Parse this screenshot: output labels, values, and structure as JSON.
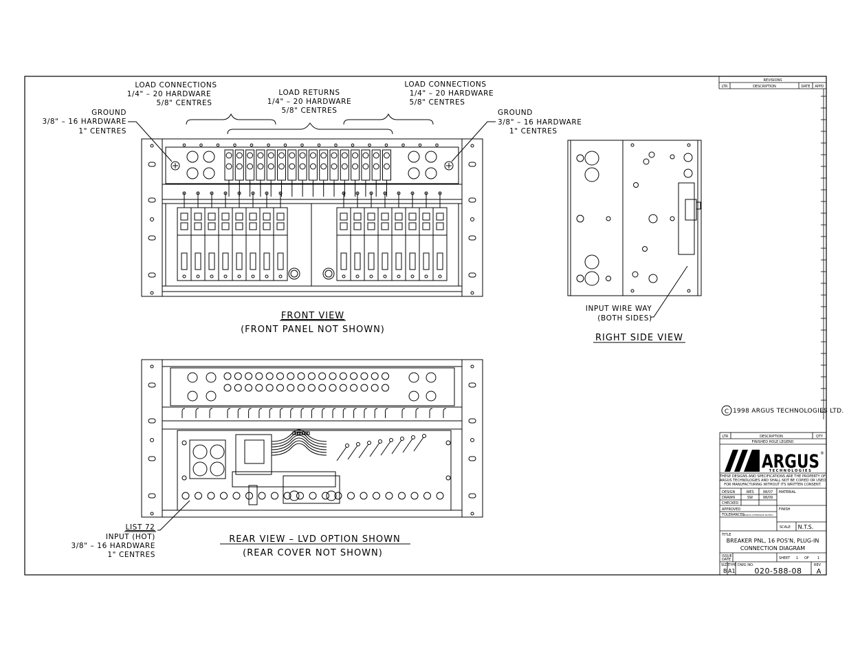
{
  "front_view": {
    "title": "FRONT VIEW",
    "subtitle": "(FRONT PANEL NOT SHOWN)",
    "load_connections_left": [
      "LOAD CONNECTIONS",
      "1/4\" – 20 HARDWARE",
      "5/8\" CENTRES"
    ],
    "load_returns": [
      "LOAD RETURNS",
      "1/4\" – 20 HARDWARE",
      "5/8\" CENTRES"
    ],
    "load_connections_right": [
      "LOAD CONNECTIONS",
      "1/4\" – 20 HARDWARE",
      "5/8\" CENTRES"
    ],
    "ground_left": [
      "GROUND",
      "3/8\" – 16 HARDWARE",
      "1\" CENTRES"
    ],
    "ground_right": [
      "GROUND",
      "3/8\" – 16 HARDWARE",
      "1\" CENTRES"
    ]
  },
  "right_side_view": {
    "title": "RIGHT SIDE VIEW",
    "note": [
      "INPUT WIRE WAY",
      "(BOTH SIDES)"
    ]
  },
  "rear_view": {
    "title": "REAR VIEW – LVD OPTION SHOWN",
    "subtitle": "(REAR COVER NOT SHOWN)",
    "note": [
      "LIST 72",
      "INPUT (HOT)",
      "3/8\" – 16 HARDWARE",
      "1\" CENTRES"
    ]
  },
  "copyright": "1998 ARGUS TECHNOLOGIES LTD.",
  "copyright_symbol": "C",
  "revisions": {
    "header": "REVISIONS",
    "columns": [
      "LTR",
      "DESCRIPTION",
      "DATE",
      "APPD"
    ]
  },
  "title_block": {
    "legend_columns": [
      "LTR",
      "DESCRIPTION",
      "QTY"
    ],
    "legend_row": "FINISHED HOLE LEGEND",
    "logo_text": "ARGUS",
    "logo_mark": "®",
    "logo_sub": "TECHNOLOGIES",
    "disclaimer": [
      "THESE DESIGNS AND SPECIFICATIONS ARE THE PROPERTY OF",
      "ARGUS TECHNOLOGIES AND SHALL NOT BE COPIED OR USED",
      "FOR MANUFACTURING WITHOUT ITS WRITTEN CONSENT."
    ],
    "design_label": "DESIGN",
    "design_by": "WES",
    "design_date": "98/07",
    "drawn_label": "DRAWN",
    "drawn_by": "SW",
    "drawn_date": "98/09",
    "checked_label": "CHECKED",
    "approved_label": "APPROVED",
    "tolerances_label": "TOLERANCES",
    "tolerances_note": "(UNLESS OTHERWISE NOTED)",
    "material_label": "MATERIAL",
    "finish_label": "FINISH",
    "scale_label": "SCALE",
    "scale_value": "N.T.S.",
    "title_label": "TITLE",
    "title_lines": [
      "BREAKER PNL, 16 POS'N, PLUG-IN",
      "CONNECTION DIAGRAM"
    ],
    "issue_label": "ISSUE",
    "date_label": "DATE",
    "sheet_label": "SHEET",
    "sheet_no": "1",
    "of_label": "OF",
    "sheet_total": "1",
    "size_label": "SIZE",
    "size_value": "B",
    "type_label": "TYPE",
    "type_value": "A1",
    "dwg_label": "DWG NO.",
    "dwg_no": "020-588-08",
    "rev_label": "REV",
    "rev_value": "A"
  }
}
